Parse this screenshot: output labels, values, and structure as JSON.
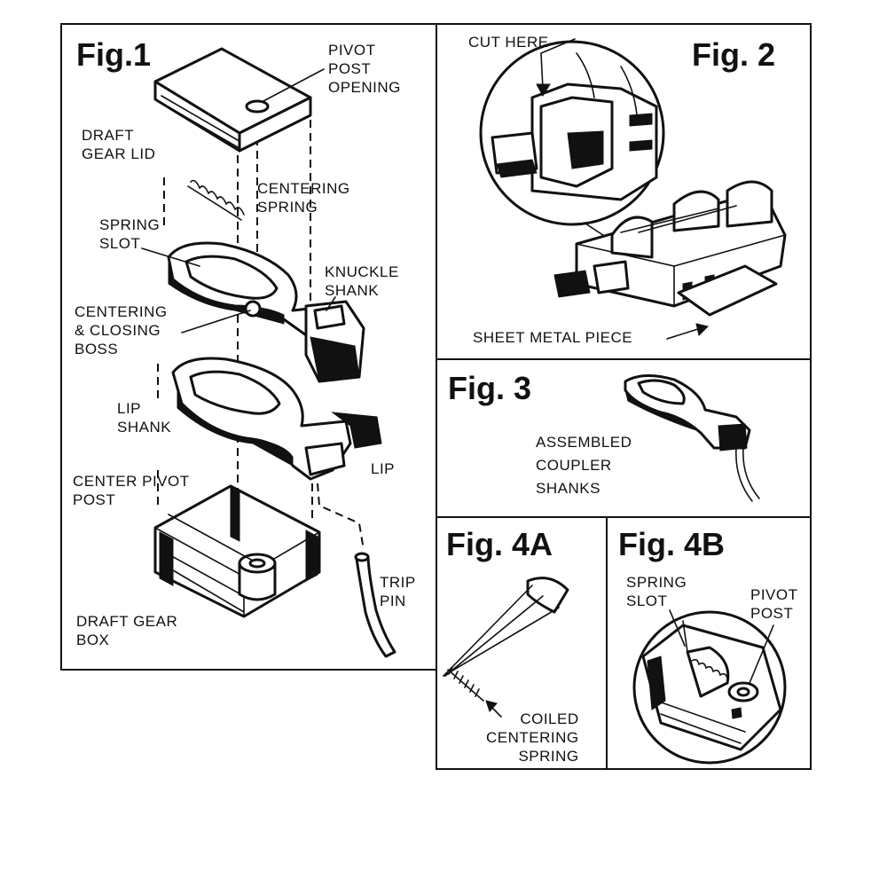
{
  "fig1": {
    "title": "Fig.1",
    "labels": {
      "pivot_post_opening": "PIVOT\nPOST\nOPENING",
      "draft_gear_lid": "DRAFT\nGEAR LID",
      "centering_spring": "CENTERING\nSPRING",
      "spring_slot": "SPRING\nSLOT",
      "knuckle_shank": "KNUCKLE\nSHANK",
      "centering_closing_boss": "CENTERING\n& CLOSING\nBOSS",
      "lip_shank": "LIP\nSHANK",
      "lip": "LIP",
      "center_pivot_post": "CENTER PIVOT\nPOST",
      "trip_pin": "TRIP\nPIN",
      "draft_gear_box": "DRAFT GEAR\nBOX"
    }
  },
  "fig2": {
    "title": "Fig. 2",
    "labels": {
      "cut_here": "CUT HERE",
      "sheet_metal_piece": "SHEET METAL PIECE"
    }
  },
  "fig3": {
    "title": "Fig. 3",
    "labels": {
      "assembled_coupler_shanks": "ASSEMBLED\nCOUPLER\nSHANKS"
    }
  },
  "fig4a": {
    "title": "Fig. 4A",
    "labels": {
      "coiled_centering_spring": "COILED\nCENTERING\nSPRING"
    }
  },
  "fig4b": {
    "title": "Fig. 4B",
    "labels": {
      "spring_slot": "SPRING\nSLOT",
      "pivot_post": "PIVOT\nPOST"
    }
  }
}
